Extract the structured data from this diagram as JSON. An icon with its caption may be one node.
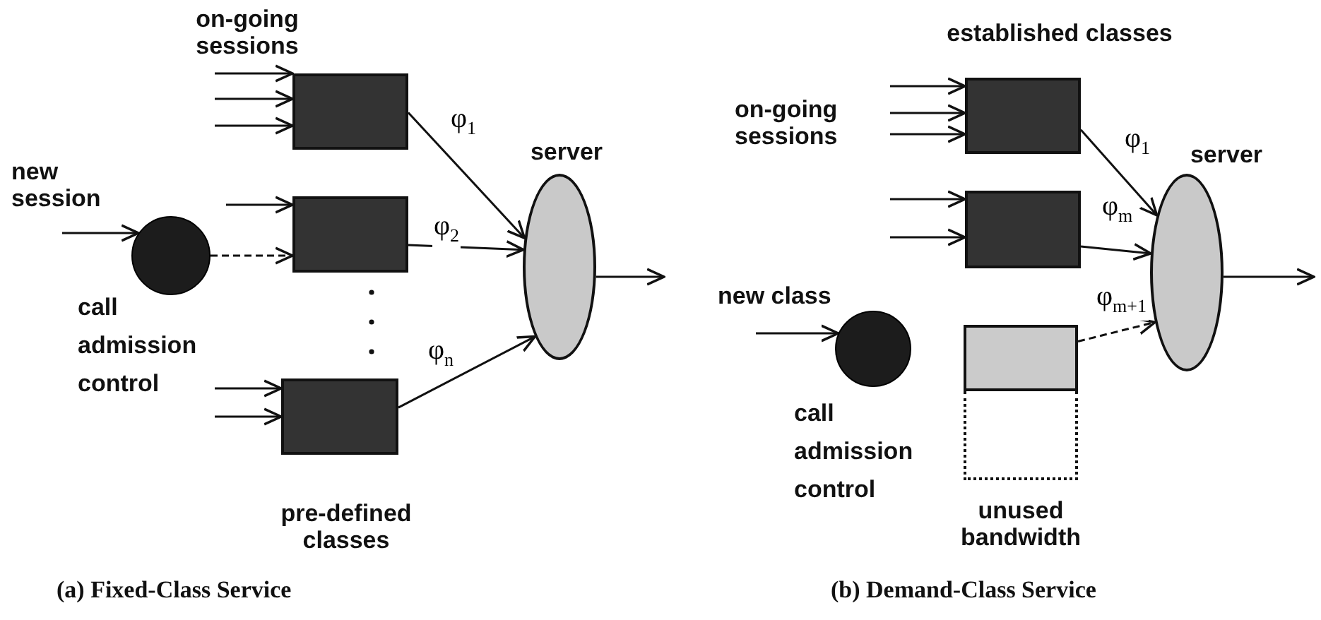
{
  "diagram": {
    "nodes": [
      {
        "text": [],
        "shape": "circle",
        "beside": [
          "call admission control"
        ]
      },
      {
        "text": [],
        "shape": "box"
      },
      {
        "text": [],
        "shape": "box"
      },
      {
        "text": [],
        "shape": "box"
      },
      {
        "text": [],
        "shape": "ellipse",
        "beside": [
          "server"
        ]
      },
      {
        "text": [],
        "shape": "box"
      },
      {
        "text": [],
        "shape": "box"
      },
      {
        "text": [],
        "shape": "box"
      },
      {
        "text": [],
        "shape": "box",
        "beside": [
          "unused bandwidth"
        ]
      },
      {
        "text": [],
        "shape": "circle",
        "beside": [
          "call admission control"
        ]
      },
      {
        "text": [],
        "shape": "ellipse",
        "beside": [
          "server"
        ]
      }
    ],
    "edges": [
      {
        "from": null,
        "to": 1,
        "arrow": "to"
      },
      {
        "from": null,
        "to": 1,
        "arrow": "to"
      },
      {
        "from": null,
        "to": 1,
        "arrow": "to"
      },
      {
        "from": null,
        "to": 2,
        "arrow": "to"
      },
      {
        "from": 0,
        "to": 2,
        "arrow": "to",
        "style": "dashed"
      },
      {
        "from": null,
        "to": 3,
        "arrow": "to"
      },
      {
        "from": null,
        "to": 3,
        "arrow": "to"
      },
      {
        "from": null,
        "to": 0,
        "arrow": "to"
      },
      {
        "from": 1,
        "to": 4,
        "arrow": "to",
        "label": "φ$_{1}$"
      },
      {
        "from": 2,
        "to": 4,
        "arrow": "to",
        "label": "φ$_{2}$"
      },
      {
        "from": 3,
        "to": 4,
        "arrow": "to",
        "label": "φ$_{n}$"
      },
      {
        "from": 4,
        "to": null,
        "arrow": "to"
      },
      {
        "from": null,
        "to": 5,
        "arrow": "to"
      },
      {
        "from": null,
        "to": 5,
        "arrow": "to"
      },
      {
        "from": null,
        "to": 5,
        "arrow": "to"
      },
      {
        "from": null,
        "to": 6,
        "arrow": "to"
      },
      {
        "from": null,
        "to": 6,
        "arrow": "to"
      },
      {
        "from": null,
        "to": 9,
        "arrow": "to"
      },
      {
        "from": 5,
        "to": 10,
        "arrow": "to",
        "label": "φ$_{1}$"
      },
      {
        "from": 6,
        "to": 10,
        "arrow": "to",
        "label": "φ$_{m}$"
      },
      {
        "from": 7,
        "to": 10,
        "arrow": "to",
        "label": "φ$_{m+1}$",
        "style": "dashed"
      },
      {
        "from": 10,
        "to": null,
        "arrow": "to"
      }
    ],
    "labels": [
      "on-going sessions",
      "new session",
      "pre-defined classes",
      "(a) Fixed-Class Service",
      "established classes",
      "on-going sessions",
      "new class",
      "(b) Demand-Class Service"
    ]
  }
}
